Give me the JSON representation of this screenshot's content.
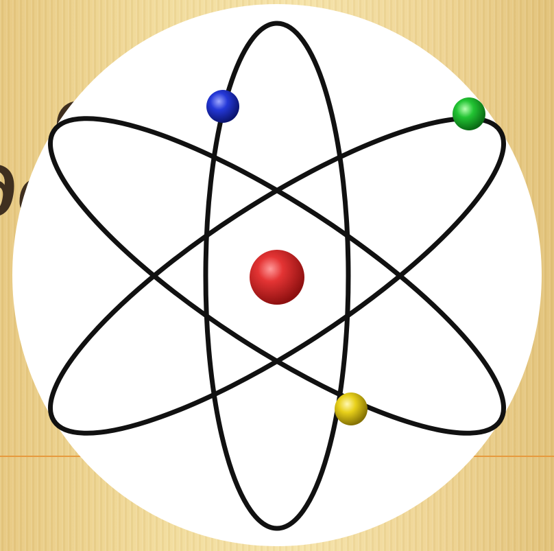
{
  "slide": {
    "title_visible": "...ома\nде...",
    "title_lines": [
      "ома",
      "де"
    ],
    "background_color": "#f2dc9b",
    "text_color": "#3f2f1f",
    "accent_line_color": "#e79a3e"
  },
  "illustration": {
    "subject": "atom-model",
    "nucleus_color": "#d42a2a",
    "electron_colors": [
      "#2233cc",
      "#22c433",
      "#e8d01a"
    ],
    "orbit_count": 3
  }
}
